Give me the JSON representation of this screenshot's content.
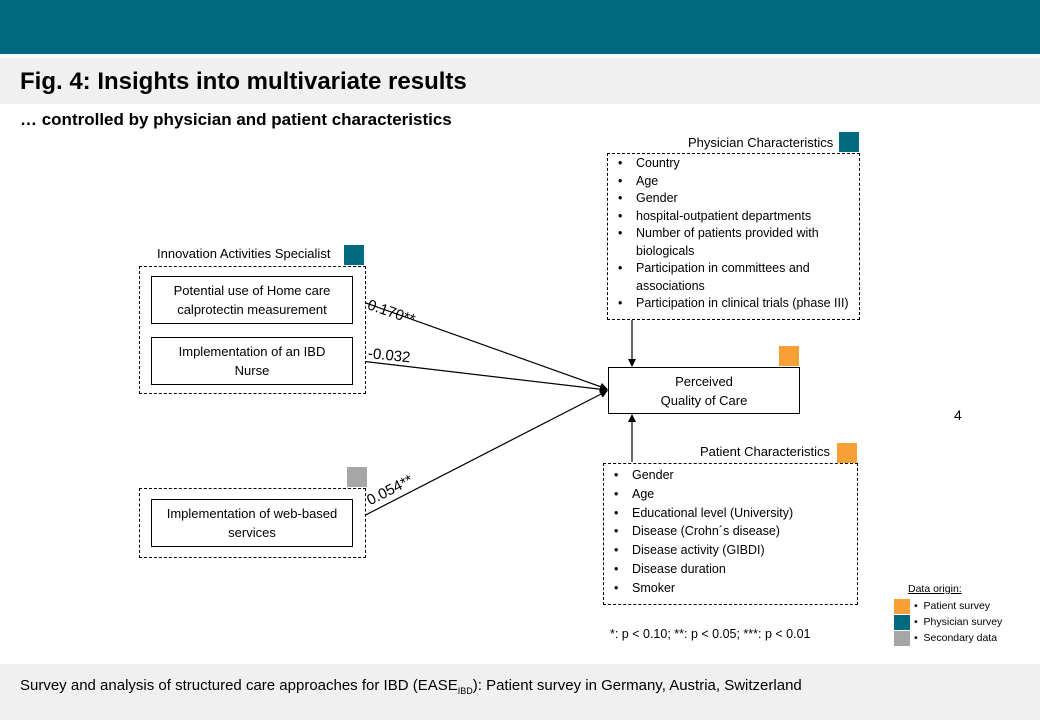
{
  "header": {
    "title": "Fig. 4: Insights into multivariate results",
    "subtitle": "… controlled by physician and patient characteristics"
  },
  "innovation": {
    "group_label": "Innovation Activities Specialist",
    "group_color": "#006a80",
    "box1": "Potential use of Home care calprotectin measurement",
    "box2": "Implementation of an IBD Nurse"
  },
  "web": {
    "group_color": "#a6a6a6",
    "box": "Implementation of web-based services"
  },
  "coefficients": {
    "homecare": "0.170**",
    "nurse": "-0.032",
    "web": "0.054**"
  },
  "outcome": {
    "label_line1": "Perceived",
    "label_line2": "Quality of Care",
    "color": "#f7a035"
  },
  "physician": {
    "label": "Physician Characteristics",
    "color": "#006a80",
    "items": [
      "Country",
      "Age",
      "Gender",
      "hospital-outpatient departments",
      "Number of patients provided with biologicals",
      "Participation in committees and associations",
      "Participation in clinical trials (phase III)"
    ]
  },
  "patient": {
    "label": "Patient Characteristics",
    "color": "#f7a035",
    "items": [
      "Gender",
      "Age",
      "Educational level (University)",
      "Disease (Crohn´s disease)",
      "Disease activity (GIBDI)",
      "Disease duration",
      "Smoker"
    ]
  },
  "significance_note": "*: p < 0.10; **: p < 0.05; ***: p < 0.01",
  "page_number": "4",
  "legend": {
    "title": "Data origin:",
    "items": [
      {
        "label": "Patient survey",
        "color": "#f7a035"
      },
      {
        "label": "Physician survey",
        "color": "#006a80"
      },
      {
        "label": "Secondary data",
        "color": "#a6a6a6"
      }
    ]
  },
  "footer": {
    "text_before": "Survey and analysis of structured care approaches for IBD (EASE",
    "text_sub": "IBD",
    "text_after": "): Patient survey in Germany, Austria, Switzerland"
  }
}
